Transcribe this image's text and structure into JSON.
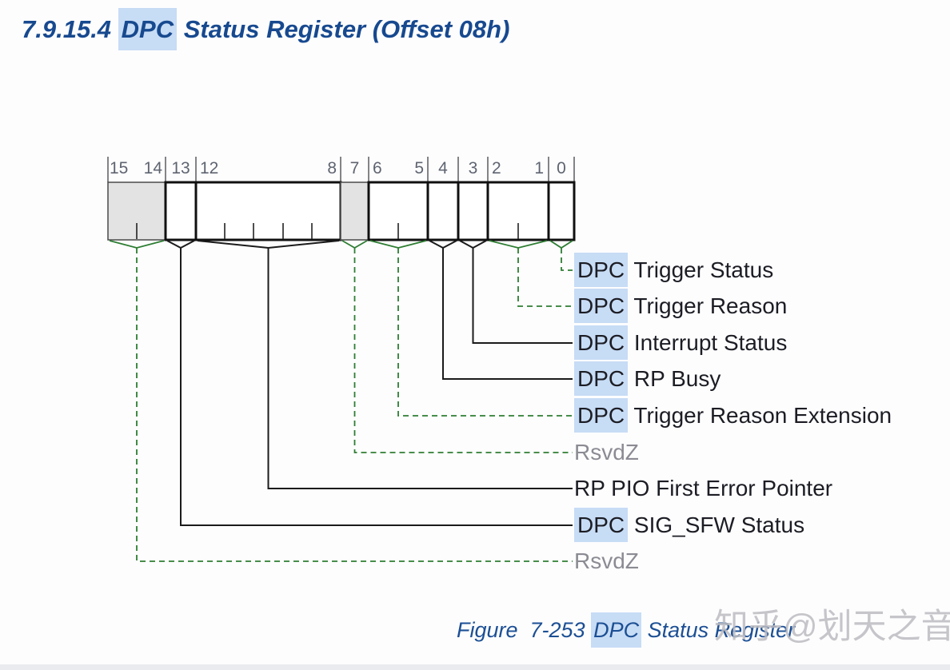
{
  "title": {
    "pre": "7.9.15.4 ",
    "highlight": "DPC",
    "post": " Status Register (Offset 08h)"
  },
  "caption": {
    "pre": "Figure  7-253 ",
    "highlight": "DPC",
    "post": " Status Register"
  },
  "watermark": {
    "text": "知乎@划天之音"
  },
  "colors": {
    "heading_blue": "#17498f",
    "search_highlight_blue": "#c7dcf5",
    "leader_green": "#2e7d32",
    "leader_black": "#1b1b1b",
    "reserved_field_gray": "#e3e3e3",
    "rsvdz_text_gray": "#8b8b93",
    "bit_number_gray": "#5e6470"
  },
  "diagram": {
    "bit_numbers": [
      "15",
      "14",
      "13",
      "12",
      "8",
      "7",
      "6",
      "5",
      "4",
      "3",
      "2",
      "1",
      "0"
    ],
    "labels": [
      {
        "hl": "DPC",
        "text": " Trigger Status"
      },
      {
        "hl": "DPC",
        "text": " Trigger Reason"
      },
      {
        "hl": "DPC",
        "text": " Interrupt Status"
      },
      {
        "hl": "DPC",
        "text": " RP Busy"
      },
      {
        "hl": "DPC",
        "text": " Trigger Reason Extension"
      },
      {
        "hl": "",
        "text": "RsvdZ"
      },
      {
        "hl": "",
        "text": "RP PIO First Error Pointer"
      },
      {
        "hl": "DPC",
        "text": " SIG_SFW Status"
      },
      {
        "hl": "",
        "text": "RsvdZ"
      }
    ]
  },
  "register": {
    "name": "DPC Status Register",
    "offset": "08h",
    "figure_number": "7-253",
    "section_number": "7.9.15.4",
    "fields": [
      {
        "bits": "15:14",
        "name": "RsvdZ",
        "reserved": true
      },
      {
        "bits": "13",
        "name": "DPC SIG_SFW Status",
        "reserved": false
      },
      {
        "bits": "12:8",
        "name": "RP PIO First Error Pointer",
        "reserved": false
      },
      {
        "bits": "7",
        "name": "RsvdZ",
        "reserved": true
      },
      {
        "bits": "6:5",
        "name": "DPC Trigger Reason Extension",
        "reserved": false
      },
      {
        "bits": "4",
        "name": "DPC RP Busy",
        "reserved": false
      },
      {
        "bits": "3",
        "name": "DPC Interrupt Status",
        "reserved": false
      },
      {
        "bits": "2:1",
        "name": "DPC Trigger Reason",
        "reserved": false
      },
      {
        "bits": "0",
        "name": "DPC Trigger Status",
        "reserved": false
      }
    ]
  }
}
